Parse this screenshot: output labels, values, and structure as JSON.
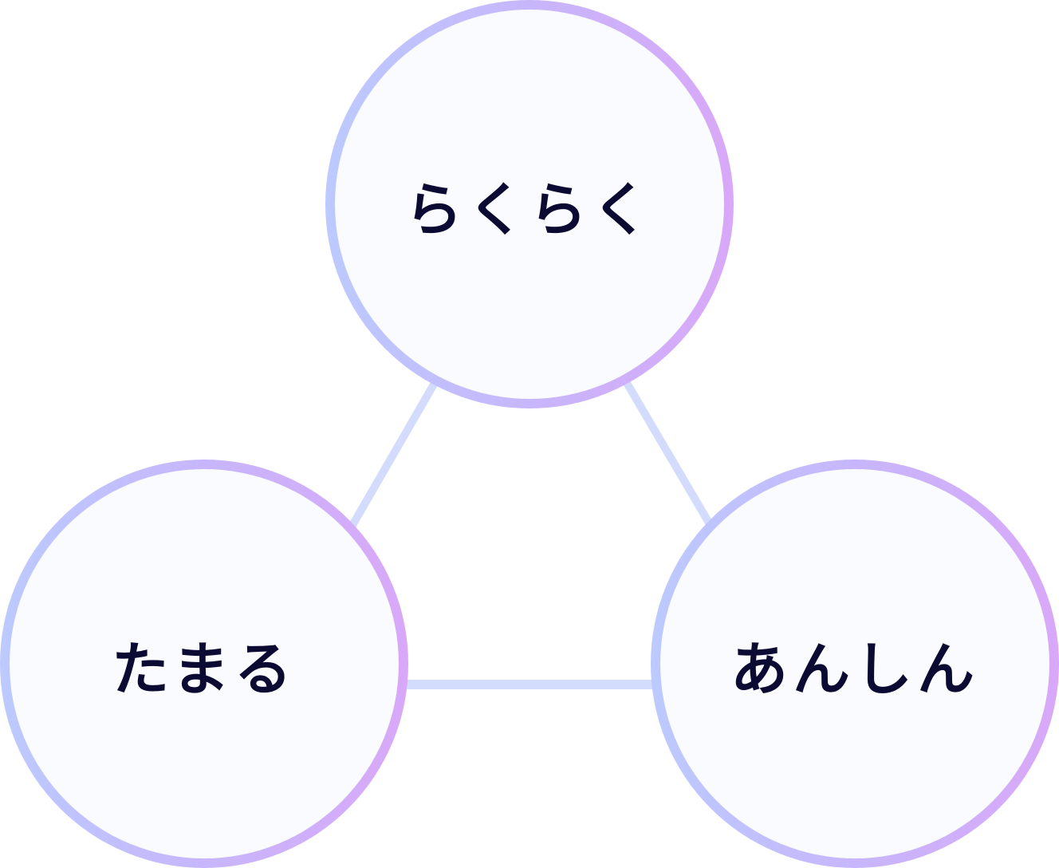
{
  "nodes": {
    "top": {
      "label": "らくらく"
    },
    "left": {
      "label": "たまる"
    },
    "right": {
      "label": "あんしん"
    }
  },
  "colors": {
    "ring_gradient": [
      "#bccaff",
      "#c7b6fb",
      "#d9a8f8"
    ],
    "node_fill": "#f9fbfe",
    "connector": "#d3dcfd",
    "label_text": "#0b0a33"
  },
  "connections": [
    {
      "from": "top",
      "to": "left"
    },
    {
      "from": "top",
      "to": "right"
    },
    {
      "from": "left",
      "to": "right"
    }
  ]
}
